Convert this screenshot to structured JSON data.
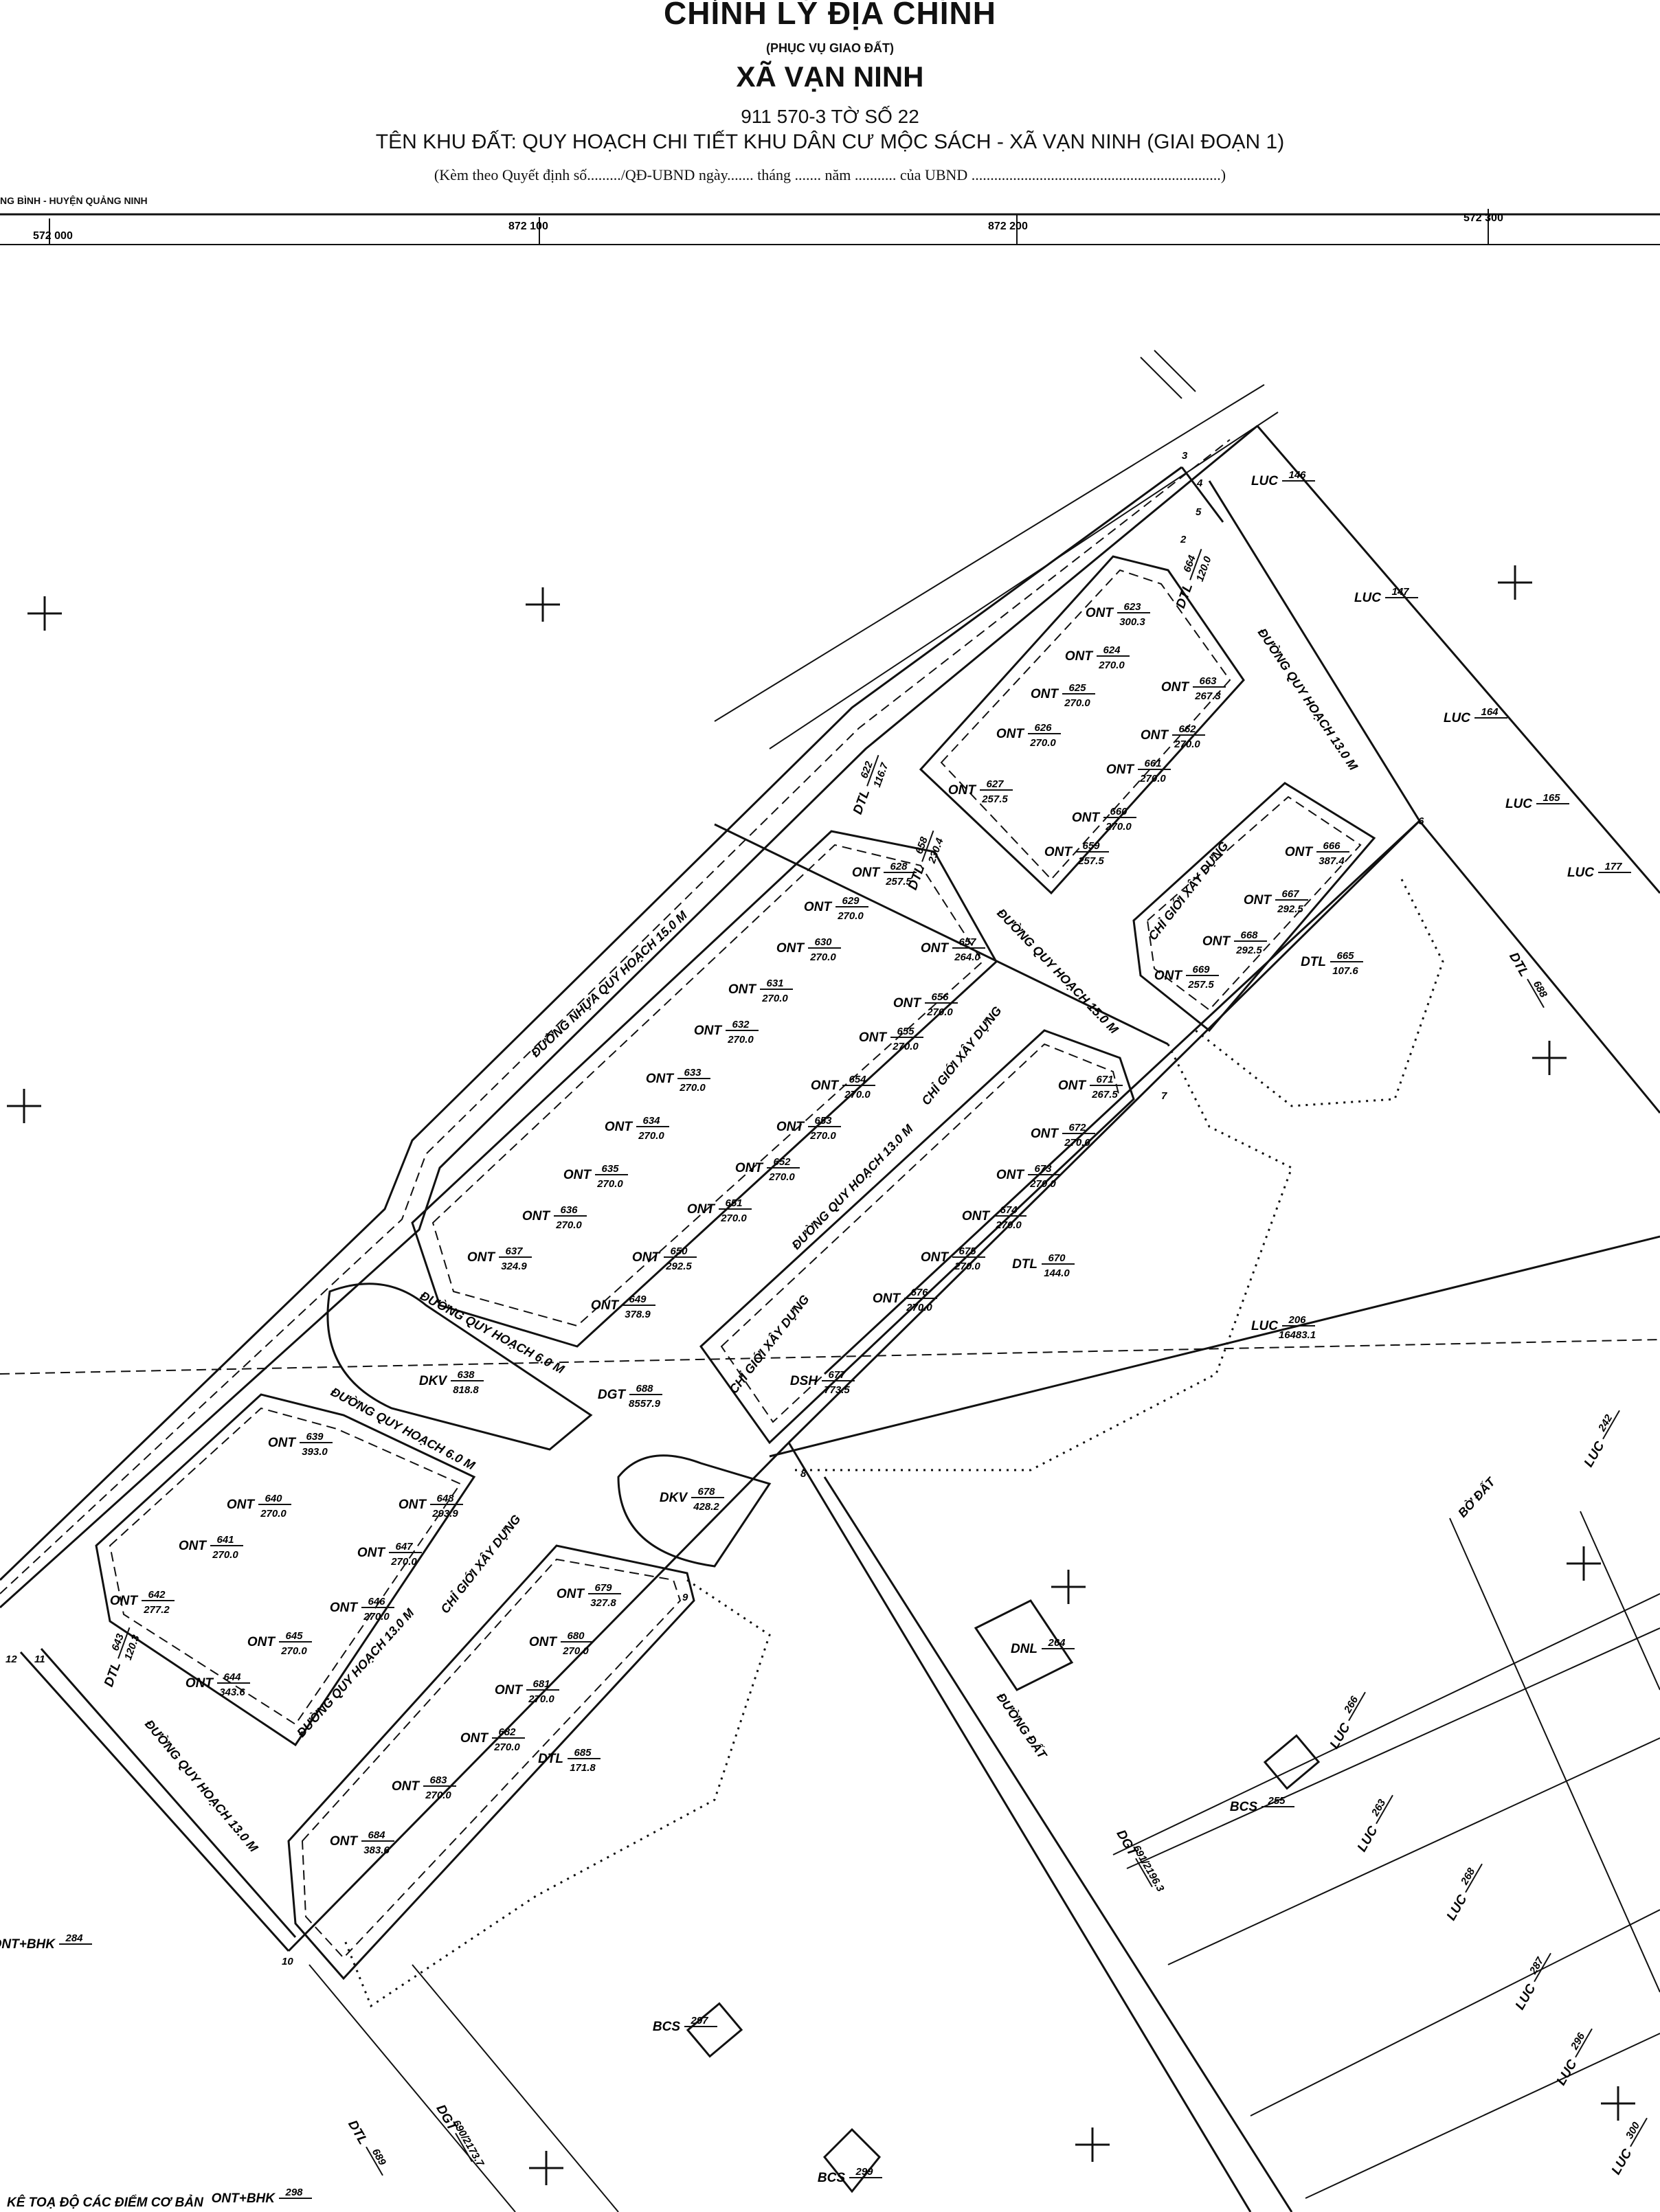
{
  "header": {
    "title": "CHỈNH LÝ ĐỊA CHÍNH",
    "subtitle": "(PHỤC VỤ GIAO ĐẤT)",
    "commune": "XÃ VẠN NINH",
    "sheet": "911 570-3 TỜ SỐ 22",
    "area_name": "TÊN KHU ĐẤT: QUY HOẠCH CHI TIẾT KHU DÂN CƯ MỘC SÁCH - XÃ VẠN NINH (GIAI ĐOẠN 1)",
    "decision_note": "(Kèm theo Quyết định số........./QĐ-UBND ngày....... tháng ....... năm ........... của UBND ..................................................................)",
    "province_fragment": "NG BÌNH - HUYỆN QUẢNG NINH"
  },
  "grid_labels": [
    "572 000",
    "872 100",
    "872 200",
    "572 300"
  ],
  "roads": [
    "ĐƯỜNG NHỰA QUY HOẠCH 15.0 M",
    "ĐƯỜNG QUY HOẠCH 13.0 M",
    "ĐƯỜNG QUY HOẠCH 15.0 M",
    "ĐƯỜNG QUY HOẠCH 13.0 M",
    "ĐƯỜNG QUY HOẠCH 6.0 M",
    "ĐƯỜNG QUY HOẠCH 6.0 M",
    "ĐƯỜNG QUY HOẠCH 13.0 M",
    "ĐƯỜNG QUY HOẠCH 13.0 M",
    "ĐƯỜNG ĐẤT",
    "BỜ ĐẤT",
    "CHỈ GIỚI XÂY DỰNG",
    "CHỈ GIỚI XÂY DỰNG",
    "CHỈ GIỚI XÂY DỰNG",
    "CHỈ GIỚI XÂY DỰNG"
  ],
  "parcels": [
    {
      "type": "ONT",
      "no": "623",
      "area": "300.3"
    },
    {
      "type": "ONT",
      "no": "624",
      "area": "270.0"
    },
    {
      "type": "ONT",
      "no": "625",
      "area": "270.0"
    },
    {
      "type": "ONT",
      "no": "626",
      "area": "270.0"
    },
    {
      "type": "ONT",
      "no": "627",
      "area": "257.5"
    },
    {
      "type": "ONT",
      "no": "628",
      "area": "257.5"
    },
    {
      "type": "ONT",
      "no": "629",
      "area": "270.0"
    },
    {
      "type": "ONT",
      "no": "630",
      "area": "270.0"
    },
    {
      "type": "ONT",
      "no": "631",
      "area": "270.0"
    },
    {
      "type": "ONT",
      "no": "632",
      "area": "270.0"
    },
    {
      "type": "ONT",
      "no": "633",
      "area": "270.0"
    },
    {
      "type": "ONT",
      "no": "634",
      "area": "270.0"
    },
    {
      "type": "ONT",
      "no": "635",
      "area": "270.0"
    },
    {
      "type": "ONT",
      "no": "636",
      "area": "270.0"
    },
    {
      "type": "ONT",
      "no": "637",
      "area": "324.9"
    },
    {
      "type": "ONT",
      "no": "639",
      "area": "393.0"
    },
    {
      "type": "ONT",
      "no": "640",
      "area": "270.0"
    },
    {
      "type": "ONT",
      "no": "641",
      "area": "270.0"
    },
    {
      "type": "ONT",
      "no": "642",
      "area": "277.2"
    },
    {
      "type": "ONT",
      "no": "644",
      "area": "343.6"
    },
    {
      "type": "ONT",
      "no": "645",
      "area": "270.0"
    },
    {
      "type": "ONT",
      "no": "646",
      "area": "270.0"
    },
    {
      "type": "ONT",
      "no": "647",
      "area": "270.0"
    },
    {
      "type": "ONT",
      "no": "648",
      "area": "293.9"
    },
    {
      "type": "ONT",
      "no": "649",
      "area": "378.9"
    },
    {
      "type": "ONT",
      "no": "650",
      "area": "292.5"
    },
    {
      "type": "ONT",
      "no": "651",
      "area": "270.0"
    },
    {
      "type": "ONT",
      "no": "652",
      "area": "270.0"
    },
    {
      "type": "ONT",
      "no": "653",
      "area": "270.0"
    },
    {
      "type": "ONT",
      "no": "654",
      "area": "270.0"
    },
    {
      "type": "ONT",
      "no": "655",
      "area": "270.0"
    },
    {
      "type": "ONT",
      "no": "656",
      "area": "270.0"
    },
    {
      "type": "ONT",
      "no": "657",
      "area": "264.0"
    },
    {
      "type": "ONT",
      "no": "659",
      "area": "257.5"
    },
    {
      "type": "ONT",
      "no": "660",
      "area": "270.0"
    },
    {
      "type": "ONT",
      "no": "661",
      "area": "270.0"
    },
    {
      "type": "ONT",
      "no": "662",
      "area": "270.0"
    },
    {
      "type": "ONT",
      "no": "663",
      "area": "267.3"
    },
    {
      "type": "ONT",
      "no": "666",
      "area": "387.4"
    },
    {
      "type": "ONT",
      "no": "667",
      "area": "292.5"
    },
    {
      "type": "ONT",
      "no": "668",
      "area": "292.5"
    },
    {
      "type": "ONT",
      "no": "669",
      "area": "257.5"
    },
    {
      "type": "ONT",
      "no": "671",
      "area": "267.5"
    },
    {
      "type": "ONT",
      "no": "672",
      "area": "270.0"
    },
    {
      "type": "ONT",
      "no": "673",
      "area": "270.0"
    },
    {
      "type": "ONT",
      "no": "674",
      "area": "270.0"
    },
    {
      "type": "ONT",
      "no": "675",
      "area": "270.0"
    },
    {
      "type": "ONT",
      "no": "676",
      "area": "270.0"
    },
    {
      "type": "ONT",
      "no": "679",
      "area": "327.8"
    },
    {
      "type": "ONT",
      "no": "680",
      "area": "270.0"
    },
    {
      "type": "ONT",
      "no": "681",
      "area": "270.0"
    },
    {
      "type": "ONT",
      "no": "682",
      "area": "270.0"
    },
    {
      "type": "ONT",
      "no": "683",
      "area": "270.0"
    },
    {
      "type": "ONT",
      "no": "684",
      "area": "383.6"
    }
  ],
  "special_parcels": [
    {
      "type": "DTL",
      "no": "664",
      "area": "120.0"
    },
    {
      "type": "DTL",
      "no": "622",
      "area": "116.7"
    },
    {
      "type": "DTL",
      "no": "658",
      "area": "230.4"
    },
    {
      "type": "DTL",
      "no": "665",
      "area": "107.6"
    },
    {
      "type": "DTL",
      "no": "670",
      "area": "144.0"
    },
    {
      "type": "DTL",
      "no": "643",
      "area": "120.3"
    },
    {
      "type": "DTL",
      "no": "685",
      "area": "171.8"
    },
    {
      "type": "DKV",
      "no": "638",
      "area": "818.8"
    },
    {
      "type": "DKV",
      "no": "678",
      "area": "428.2"
    },
    {
      "type": "DGT",
      "no": "688",
      "area": "8557.9"
    },
    {
      "type": "DSH",
      "no": "677",
      "area": "773.5"
    },
    {
      "type": "LUC",
      "no": "206",
      "area": "16483.1"
    },
    {
      "type": "DNL",
      "no": "264",
      "area": ""
    },
    {
      "type": "DGT",
      "no": "691/2196.3",
      "area": ""
    },
    {
      "type": "DGT",
      "no": "690/2173.7",
      "area": ""
    }
  ],
  "outer_labels": [
    {
      "type": "LUC",
      "no": "146"
    },
    {
      "type": "LUC",
      "no": "147"
    },
    {
      "type": "LUC",
      "no": "164"
    },
    {
      "type": "LUC",
      "no": "165"
    },
    {
      "type": "LUC",
      "no": "177"
    },
    {
      "type": "DTL",
      "no": "688"
    },
    {
      "type": "LUC",
      "no": "242"
    },
    {
      "type": "LUC",
      "no": "266"
    },
    {
      "type": "LUC",
      "no": "263"
    },
    {
      "type": "LUC",
      "no": "268"
    },
    {
      "type": "LUC",
      "no": "287"
    },
    {
      "type": "LUC",
      "no": "296"
    },
    {
      "type": "LUC",
      "no": "300"
    },
    {
      "type": "BCS",
      "no": "255"
    },
    {
      "type": "BCS",
      "no": "297"
    },
    {
      "type": "BCS",
      "no": "299"
    },
    {
      "type": "ONT+BHK",
      "no": "284"
    },
    {
      "type": "ONT+BHK",
      "no": "298"
    },
    {
      "type": "DTL",
      "no": "689"
    }
  ],
  "footer_text": "KÊ TOẠ ĐỘ CÁC ĐIỂM CƠ BẢN",
  "point_labels": [
    "2",
    "3",
    "4",
    "5",
    "6",
    "7",
    "8",
    "9",
    "10",
    "11",
    "12"
  ]
}
